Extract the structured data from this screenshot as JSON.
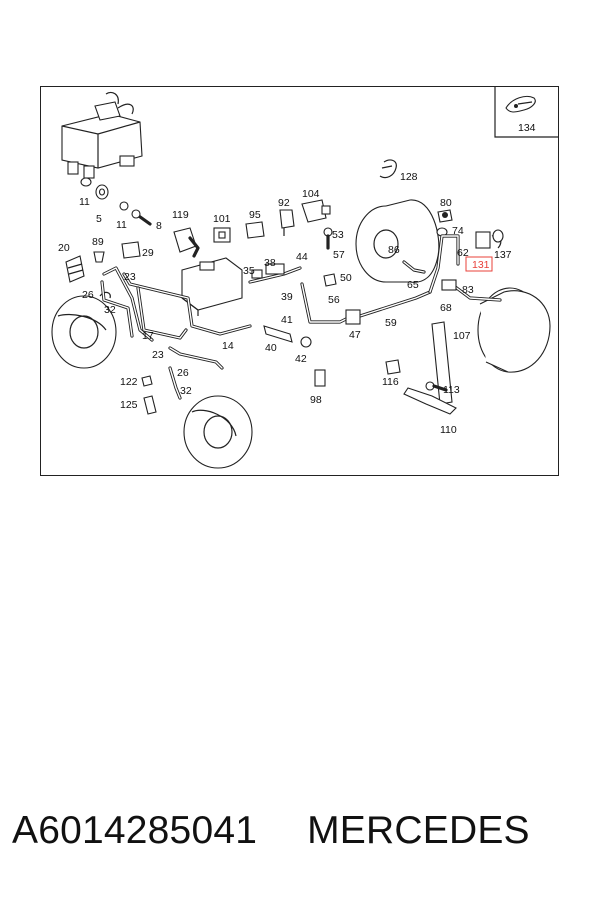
{
  "diagram": {
    "part_labels": [
      "11",
      "5",
      "11",
      "8",
      "119",
      "101",
      "95",
      "92",
      "104",
      "128",
      "80",
      "74",
      "86",
      "53",
      "57",
      "50",
      "20",
      "89",
      "29",
      "26",
      "32",
      "23",
      "17",
      "35",
      "38",
      "44",
      "39",
      "41",
      "40",
      "42",
      "56",
      "47",
      "59",
      "65",
      "68",
      "62",
      "131",
      "137",
      "83",
      "107",
      "14",
      "23",
      "26",
      "32",
      "122",
      "125",
      "98",
      "116",
      "113",
      "110",
      "134"
    ],
    "highlighted_label": "131",
    "highlight_color": "#e8413a"
  },
  "footer": {
    "part_number": "A6014285041",
    "brand": "MERCEDES"
  }
}
